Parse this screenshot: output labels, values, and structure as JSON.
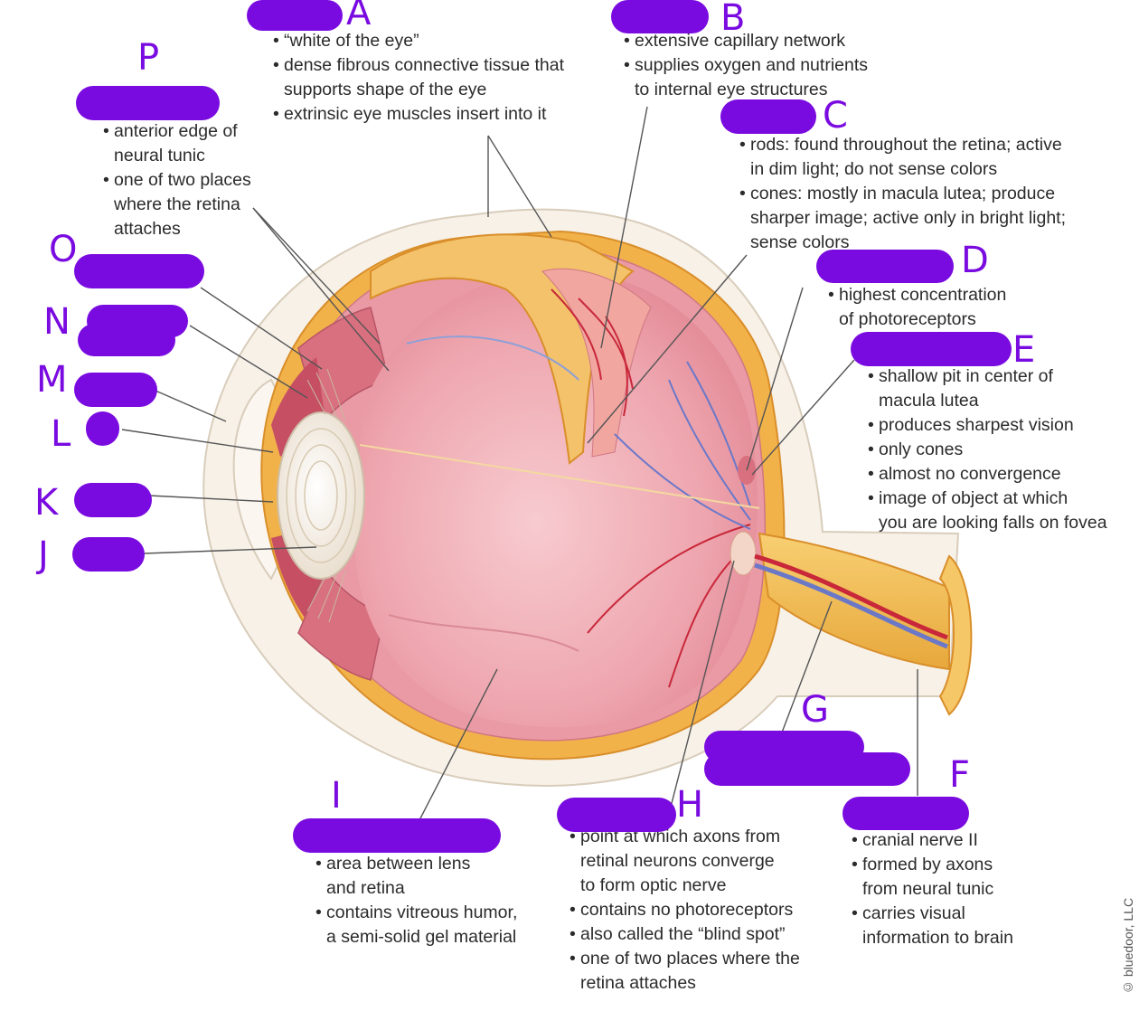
{
  "labels": {
    "A": "A",
    "B": "B",
    "C": "C",
    "D": "D",
    "E": "E",
    "F": "F",
    "G": "G",
    "H": "H",
    "I": "I",
    "J": "J",
    "K": "K",
    "L": "L",
    "M": "M",
    "N": "N",
    "O": "O",
    "P": "P"
  },
  "notes": {
    "A": [
      "“white of the eye”",
      "dense fibrous connective tissue that",
      "supports shape of the eye",
      "extrinsic eye muscles insert into it"
    ],
    "B": [
      "extensive capillary network",
      "supplies oxygen and nutrients",
      "to internal eye structures"
    ],
    "C": [
      "rods: found throughout the retina; active",
      "in dim light; do not sense colors",
      "cones: mostly in macula lutea; produce",
      "sharper image; active only in bright light;",
      "sense colors"
    ],
    "D": [
      "highest concentration",
      "of photoreceptors"
    ],
    "E": [
      "shallow pit in center of",
      "macula lutea",
      "produces sharpest vision",
      "only cones",
      "almost no convergence",
      "image of object at which",
      "you are looking falls on fovea"
    ],
    "F": [
      "cranial nerve II",
      "formed by axons",
      "from neural tunic",
      "carries visual",
      "information to brain"
    ],
    "H": [
      "point at which axons from",
      "retinal neurons converge",
      "to form optic nerve",
      "contains no photoreceptors",
      "also called the “blind spot”",
      "one of two places where the",
      "retina attaches"
    ],
    "I": [
      "area between lens",
      "and retina",
      "contains vitreous humor,",
      "a semi-solid gel material"
    ],
    "P": [
      "anterior edge of",
      "neural tunic",
      "one of two places",
      "where the retina",
      "attaches"
    ]
  },
  "credit": "© bluedoor, LLC",
  "colors": {
    "highlight": "#7a0be0",
    "sclera": "#f6efe6",
    "choroid": "#f2b24a",
    "retina": "#e98f9a",
    "vitreous": "#f2b6bc",
    "lens": "#efe7dc",
    "optic_nerve": "#f3c05a",
    "artery": "#c8283a",
    "vein": "#6b78c8"
  }
}
